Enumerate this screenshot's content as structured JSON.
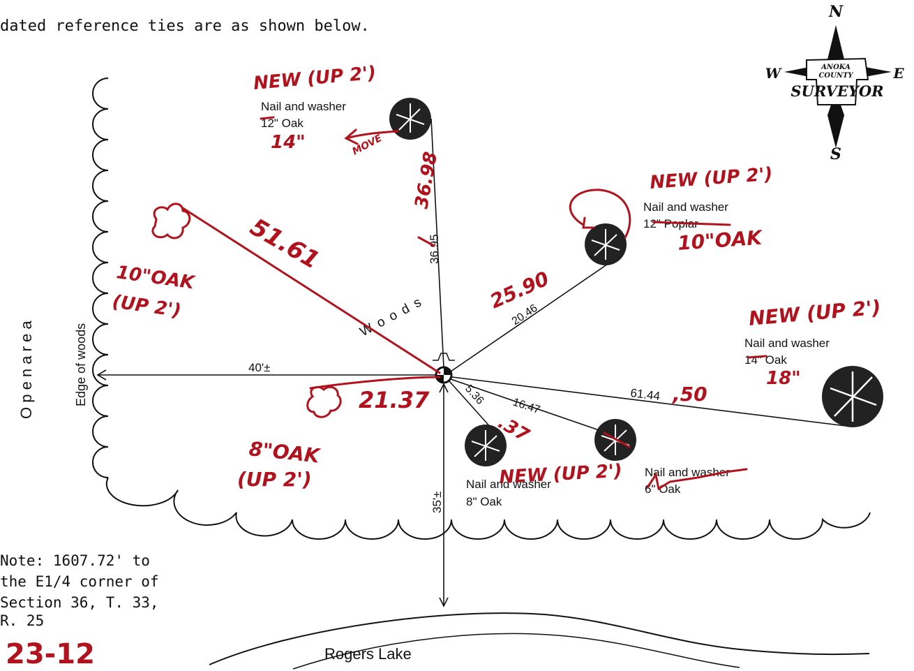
{
  "header_text": "dated reference ties are as shown below.",
  "compass": {
    "north": "N",
    "south": "S",
    "east": "E",
    "west": "W",
    "logo_line1": "ANOKA",
    "logo_line2": "COUNTY",
    "logo_line3": "SURVEYOR"
  },
  "labels": {
    "open_area": "O p e n   a r e a",
    "edge_of_woods": "Edge of woods",
    "woods": "W o o d s",
    "lake": "Rogers    Lake",
    "dist_west": "40'±",
    "dist_south": "35'±",
    "note": [
      "Note: 1607.72' to",
      "the E1/4 corner of",
      "Section 36, T. 33,",
      "R. 25"
    ]
  },
  "ties": [
    {
      "id": "north",
      "text1": "Nail and washer",
      "text2": "12\" Oak",
      "distance": "36.95",
      "new_label": "NEW (UP 2')",
      "new_size": "14\"",
      "new_distance": "36.98",
      "move_note": "MOVE"
    },
    {
      "id": "northeast",
      "text1": "Nail and washer",
      "text2": "12\" Poplar",
      "distance": "20.46",
      "new_label": "NEW (UP 2')",
      "new_size": "10\"OAK",
      "new_distance": "25.90"
    },
    {
      "id": "east",
      "text1": "Nail and washer",
      "text2": "14\" Oak",
      "distance": "61.44",
      "new_label": "NEW (UP 2')",
      "new_size": "18\"",
      "new_distance": ",50"
    },
    {
      "id": "southeast-near",
      "text1": "Nail and washer",
      "text2": "8\" Oak",
      "distance": "5.36",
      "new_label": "NEW (UP 2')",
      "new_distance": ".37"
    },
    {
      "id": "southeast-far",
      "text1": "Nail and washer",
      "text2": "6\" Oak",
      "distance": "16.47"
    }
  ],
  "red_annotations": {
    "northwest_tree": "10\"OAK",
    "northwest_up": "(UP 2')",
    "northwest_distance": "51.61",
    "southwest_tree": "8\"OAK",
    "southwest_up": "(UP 2')",
    "southwest_distance": "21.37",
    "sheet_number": "23-12"
  },
  "colors": {
    "ink": "#111111",
    "red_pen": "#b0131d"
  }
}
